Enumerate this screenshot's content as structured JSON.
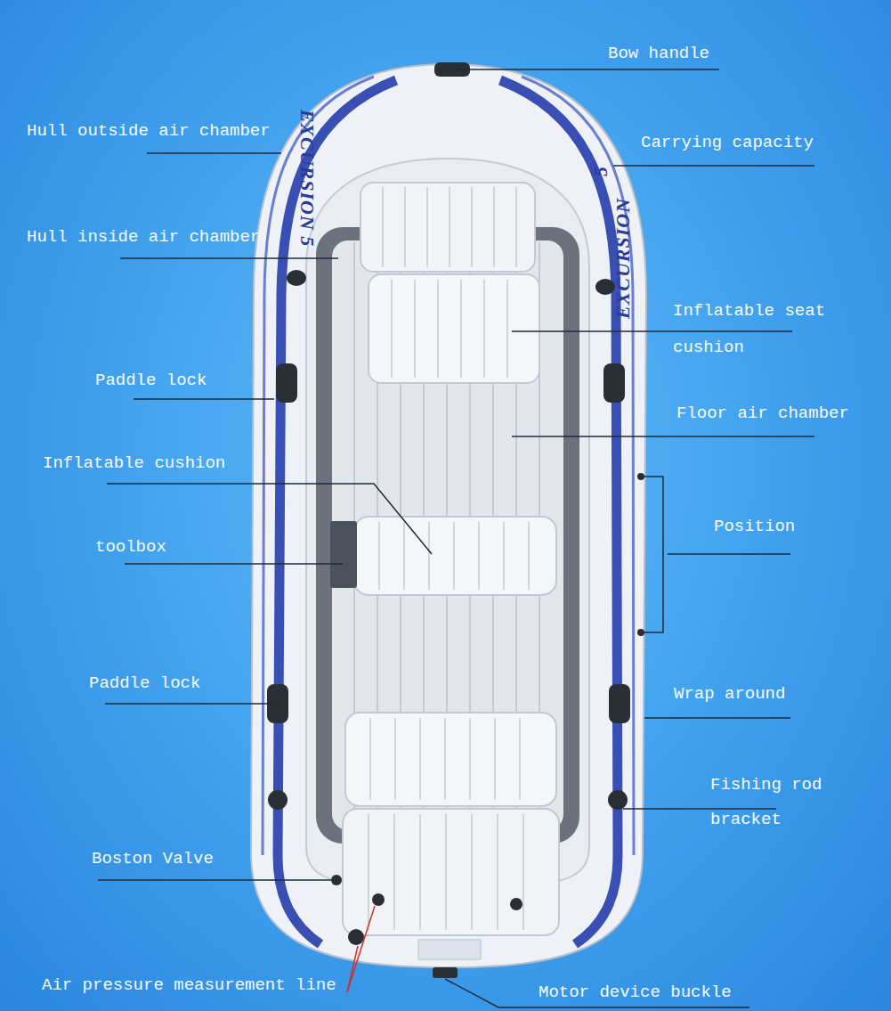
{
  "diagram": {
    "labels": [
      "Bow handle",
      "Hull outside air chamber",
      "Carrying capacity",
      "EXCURSION 5",
      "5",
      "EXCURSION",
      "Hull inside air chamber",
      "Inflatable seat cushion",
      "Paddle lock",
      "Floor air chamber",
      "Inflatable cushion",
      "toolbox",
      "Position",
      "Paddle lock",
      "Wrap around",
      "Fishing rod bracket",
      "Boston Valve",
      "Air pressure measurement line",
      "Motor device buckle"
    ]
  }
}
